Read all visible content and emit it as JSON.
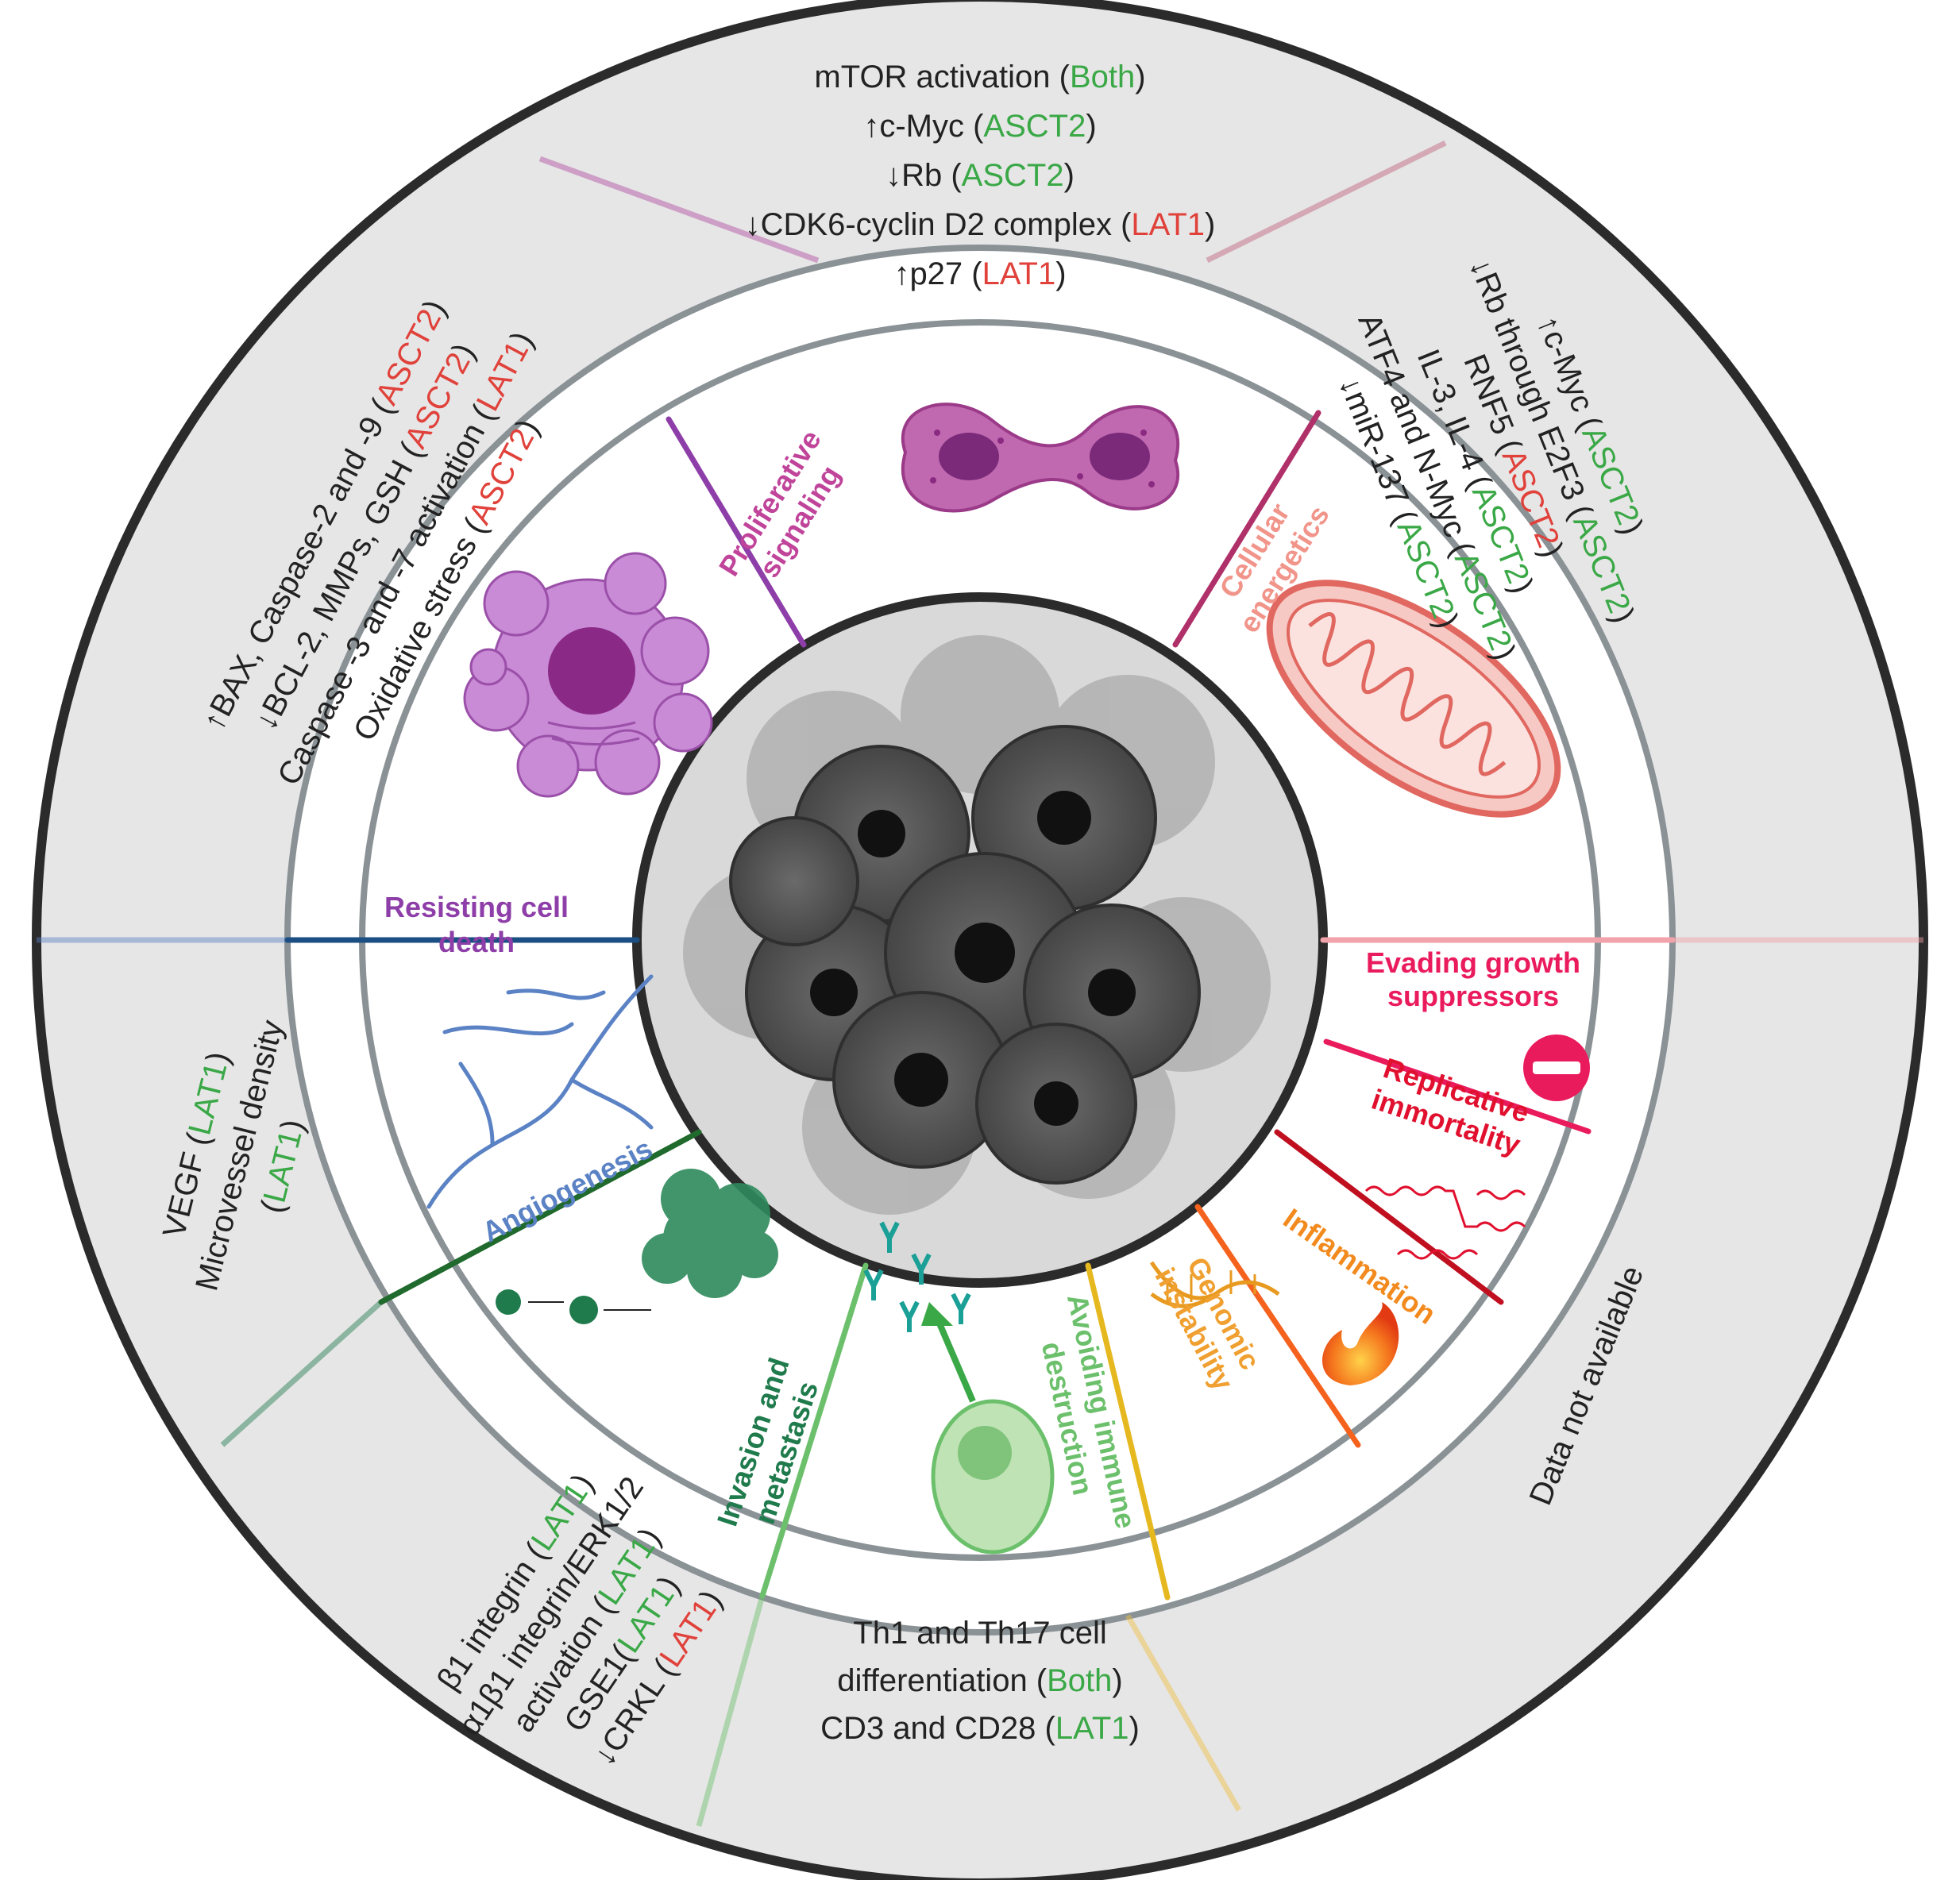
{
  "colors": {
    "green": "#3aa846",
    "red": "#e0413a",
    "dark": "#222222",
    "ring_fill": "#e6e6e6",
    "ring_stroke": "#2b2b2b",
    "inner_ring_stroke": "#8a9296"
  },
  "center": {
    "icon": "tumor-cell-cluster"
  },
  "hallmarks": {
    "proliferative": {
      "line1": "Proliferative",
      "line2": "signaling",
      "color": "#c0449a",
      "icon": "dividing-cell"
    },
    "energetics": {
      "line1": "Cellular",
      "line2": "energetics",
      "color": "#f1948a",
      "icon": "mitochondrion"
    },
    "evading": {
      "line1": "Evading growth",
      "line2": "suppressors",
      "color": "#ea1b5d",
      "icon": "no-entry"
    },
    "replicative": {
      "line1": "Replicative",
      "line2": "immortality",
      "color": "#e0102e",
      "icon": "chromosome-strand"
    },
    "inflammation": {
      "line1": "Inflammation",
      "color": "#f28a1e",
      "icon": "flame"
    },
    "genomic": {
      "line1": "Genomic",
      "line2": "instability",
      "color": "#f0a030",
      "icon": "dna-helix"
    },
    "immune": {
      "line1": "Avoiding immune",
      "line2": "destruction",
      "color": "#6cc06c",
      "icon": "immune-cell-antibodies"
    },
    "invasion": {
      "line1": "Invasion and",
      "line2": "metastasis",
      "color": "#1f7a4c",
      "icon": "metastasizing-cells"
    },
    "angiogenesis": {
      "line1": "Angiogenesis",
      "color": "#5a82c4",
      "icon": "blood-vessel"
    },
    "resisting": {
      "line1": "Resisting cell",
      "line2": "death",
      "color": "#8e3ea8",
      "icon": "apoptotic-cell"
    }
  },
  "outer": {
    "top": [
      {
        "text": "mTOR activation (",
        "tag": "Both",
        "tag_color": "green",
        "end": ")"
      },
      {
        "text": "↑c-Myc (",
        "tag": "ASCT2",
        "tag_color": "green",
        "end": ")"
      },
      {
        "text": "↓Rb (",
        "tag": "ASCT2",
        "tag_color": "green",
        "end": ")"
      },
      {
        "text": "↓CDK6-cyclin D2 complex (",
        "tag": "LAT1",
        "tag_color": "red",
        "end": ")"
      },
      {
        "text": "↑p27 (",
        "tag": "LAT1",
        "tag_color": "red",
        "end": ")"
      }
    ],
    "upper_right": [
      {
        "text": "↑c-Myc (",
        "tag": "ASCT2",
        "tag_color": "green",
        "end": ")"
      },
      {
        "text": "↓Rb through E2F3 (",
        "tag": "ASCT2",
        "tag_color": "green",
        "end": ")"
      },
      {
        "text": "RNF5 (",
        "tag": "ASCT2",
        "tag_color": "red",
        "end": ")"
      },
      {
        "text": "IL-3, IL-4 (",
        "tag": "ASCT2",
        "tag_color": "green",
        "end": ")"
      },
      {
        "text": "ATF4 and N-Myc (",
        "tag": "ASCT2",
        "tag_color": "green",
        "end": ")"
      },
      {
        "text": "↓miR-137 (",
        "tag": "ASCT2",
        "tag_color": "green",
        "end": ")"
      }
    ],
    "upper_left": [
      {
        "text": "↑BAX, Caspase-2 and -9 (",
        "tag": "ASCT2",
        "tag_color": "red",
        "end": ")"
      },
      {
        "text": "↓BCL-2, MMPs, GSH (",
        "tag": "ASCT2",
        "tag_color": "red",
        "end": ")"
      },
      {
        "text": "Caspase -3 and -7 activation (",
        "tag": "LAT1",
        "tag_color": "red",
        "end": ")"
      },
      {
        "text": "Oxidative stress (",
        "tag": "ASCT2",
        "tag_color": "red",
        "end": ")"
      }
    ],
    "left": [
      {
        "text": "VEGF (",
        "tag": "LAT1",
        "tag_color": "green",
        "end": ")"
      },
      {
        "text": "Microvessel density",
        "tag": "",
        "tag_color": "green",
        "end": ""
      },
      {
        "text": "(",
        "tag": "LAT1",
        "tag_color": "green",
        "end": ")"
      }
    ],
    "lower_left": [
      {
        "text": "β1 integrin (",
        "tag": "LAT1",
        "tag_color": "green",
        "end": ")"
      },
      {
        "text": "α1β1 integrin/ERK1/2",
        "tag": "",
        "tag_color": "green",
        "end": ""
      },
      {
        "text": "activation (",
        "tag": "LAT1",
        "tag_color": "green",
        "end": ")"
      },
      {
        "text": "GSE1(",
        "tag": "LAT1",
        "tag_color": "green",
        "end": ")"
      },
      {
        "text": "↓CRKL (",
        "tag": "LAT1",
        "tag_color": "red",
        "end": ")"
      }
    ],
    "bottom": [
      {
        "text": "Th1 and Th17 cell",
        "tag": "",
        "tag_color": "green",
        "end": ""
      },
      {
        "text": "differentiation (",
        "tag": "Both",
        "tag_color": "green",
        "end": ")"
      },
      {
        "text": "CD3 and CD28 (",
        "tag": "LAT1",
        "tag_color": "green",
        "end": ")"
      }
    ],
    "right_na": "Data not available"
  }
}
